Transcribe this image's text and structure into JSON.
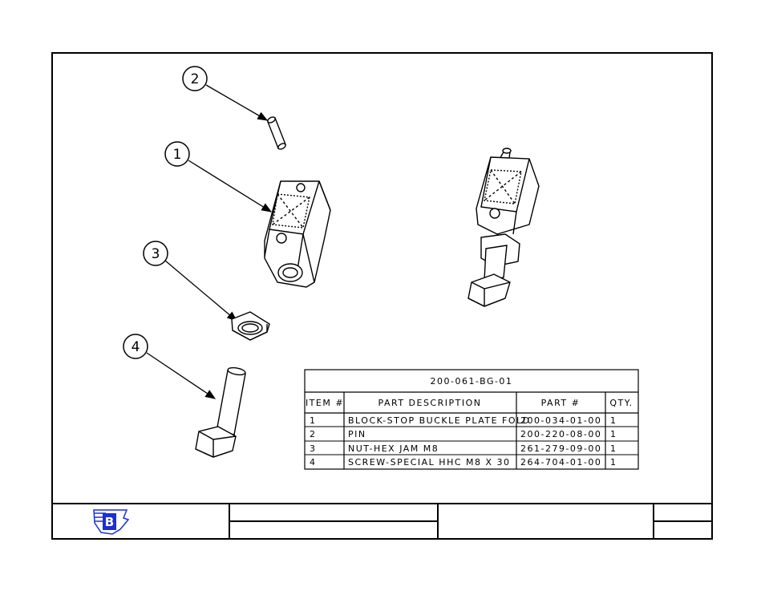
{
  "balloons": [
    {
      "label": "2"
    },
    {
      "label": "1"
    },
    {
      "label": "3"
    },
    {
      "label": "4"
    }
  ],
  "bom": {
    "title": "200-061-BG-01",
    "headers": {
      "item": "ITEM #",
      "description": "PART DESCRIPTION",
      "part": "PART #",
      "qty": "QTY."
    },
    "rows": [
      {
        "item": "1",
        "description": "BLOCK-STOP BUCKLE PLATE FOLD",
        "part": "200-034-01-00",
        "qty": "1"
      },
      {
        "item": "2",
        "description": "PIN",
        "part": "200-220-08-00",
        "qty": "1"
      },
      {
        "item": "3",
        "description": "NUT-HEX JAM M8",
        "part": "261-279-09-00",
        "qty": "1"
      },
      {
        "item": "4",
        "description": "SCREW-SPECIAL HHC M8 X 30",
        "part": "264-704-01-00",
        "qty": "1"
      }
    ]
  },
  "logo": {
    "letter": "B",
    "color": "#1a2fd8"
  }
}
